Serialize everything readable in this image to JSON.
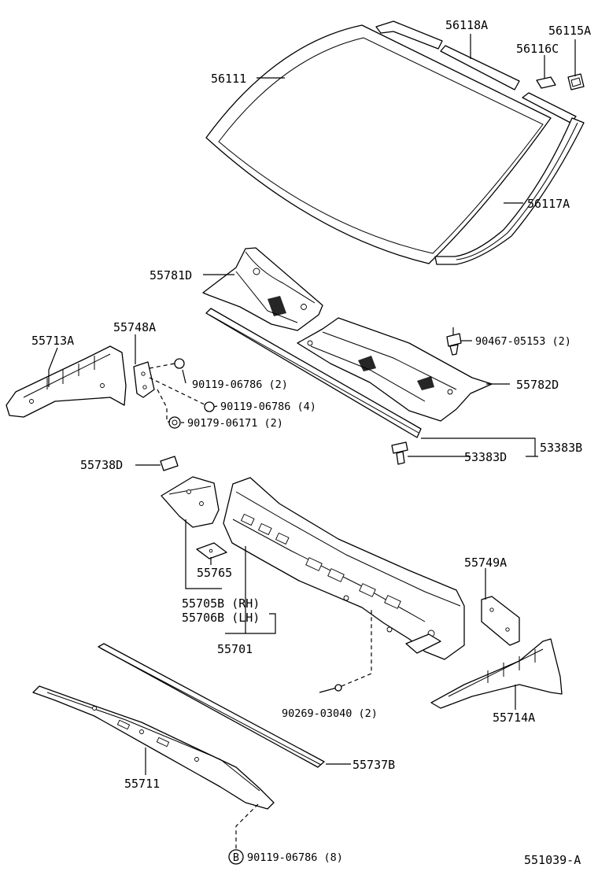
{
  "labels": {
    "windshield_glass": "56111",
    "upper_moulding": "56118A",
    "clip_a": "56115A",
    "spacer": "56116C",
    "side_moulding": "56117A",
    "cowl_louver_lh": "55781D",
    "cowl_louver_rh": "55782D",
    "side_panel_lh": "55713A",
    "bracket_lh": "55748A",
    "bolt_1": "90119-06786 (2)",
    "bolt_2": "90119-06786 (4)",
    "nut_1": "90179-06171 (2)",
    "clip_b": "90467-05153 (2)",
    "weatherstrip_group": "53383B",
    "weatherstrip_clip": "53383D",
    "pad": "55738D",
    "brace": "55765",
    "panel_rh": "55705B (RH)",
    "panel_lh": "55706B (LH)",
    "cowl_panel": "55701",
    "bracket_rh": "55749A",
    "side_panel_rh": "55714A",
    "pin": "90269-03040 (2)",
    "seal": "55737B",
    "cowl_inner": "55711",
    "bolt_3": "90119-06786 (8)",
    "ref_b": "B",
    "diagram_code": "551039-A"
  }
}
